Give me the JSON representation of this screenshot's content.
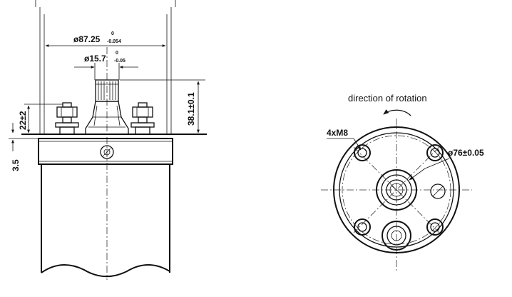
{
  "side_view": {
    "dim_body_diameter": {
      "main": "ø87.25",
      "upper": "0",
      "lower": "-0.054"
    },
    "dim_shaft_diameter": {
      "main": "ø15.7",
      "upper": "0",
      "lower": "-0.05"
    },
    "dim_shaft_height": "38.1±0.1",
    "dim_stud_height": "22±2",
    "dim_flange": "3.5"
  },
  "end_view": {
    "rotation_label": "direction of rotation",
    "holes_label": "4xM8",
    "pcd_label": "ø76±0.05"
  }
}
